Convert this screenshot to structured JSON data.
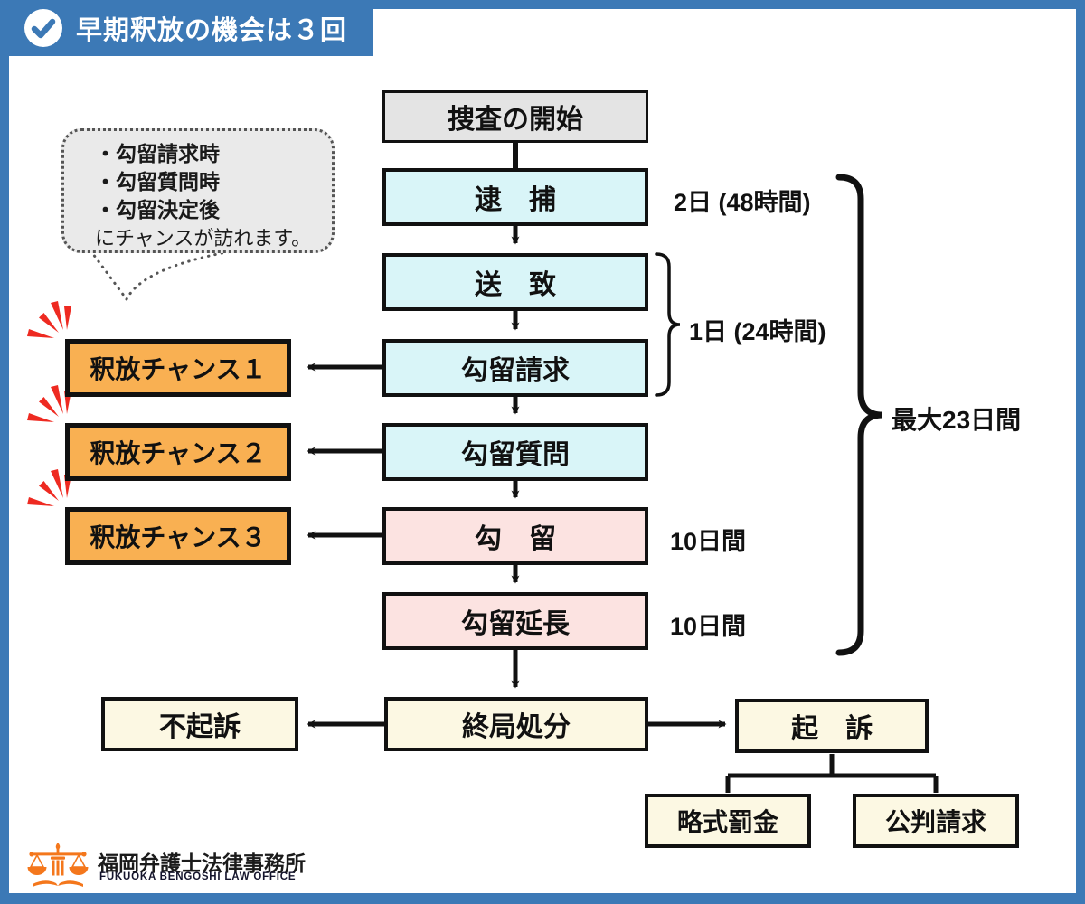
{
  "header": {
    "title": "早期釈放の機会は３回",
    "icon": "check-circle-icon"
  },
  "bubble": {
    "lines": [
      "・勾留請求時",
      "・勾留質問時",
      "・勾留決定後"
    ],
    "footer": "にチャンスが訪れます。"
  },
  "flow": {
    "steps": [
      {
        "id": "start",
        "label": "捜査の開始",
        "color": "gray"
      },
      {
        "id": "arrest",
        "label": "逮　捕",
        "color": "cyan"
      },
      {
        "id": "referral",
        "label": "送　致",
        "color": "cyan"
      },
      {
        "id": "detention-request",
        "label": "勾留請求",
        "color": "cyan"
      },
      {
        "id": "detention-question",
        "label": "勾留質問",
        "color": "cyan"
      },
      {
        "id": "detention",
        "label": "勾　留",
        "color": "pink"
      },
      {
        "id": "detention-extension",
        "label": "勾留延長",
        "color": "pink"
      },
      {
        "id": "final-disposition",
        "label": "終局処分",
        "color": "cream"
      }
    ],
    "side_labels": {
      "arrest": "2日 (48時間)",
      "referral_block": "1日 (24時間)",
      "detention": "10日間",
      "extension": "10日間",
      "total": "最大23日間"
    },
    "chances": [
      "釈放チャンス１",
      "釈放チャンス２",
      "釈放チャンス３"
    ],
    "outcomes": {
      "non_prosecution": "不起訴",
      "prosecution": "起　訴",
      "summary_fine": "略式罰金",
      "formal_trial": "公判請求"
    }
  },
  "footer": {
    "title": "福岡弁護士法律事務所",
    "subtitle": "FUKUOKA BENGOSHI LAW OFFICE"
  },
  "colors": {
    "frame_blue": "#3c79b6",
    "box_cyan": "#d9f5f8",
    "box_pink": "#fce3e1",
    "box_cream": "#fcf8e3",
    "box_orange": "#f9b052",
    "box_gray": "#e4e4e4",
    "spark_red": "#ee2a21",
    "logo_orange": "#f4771c",
    "line_black": "#111111"
  }
}
